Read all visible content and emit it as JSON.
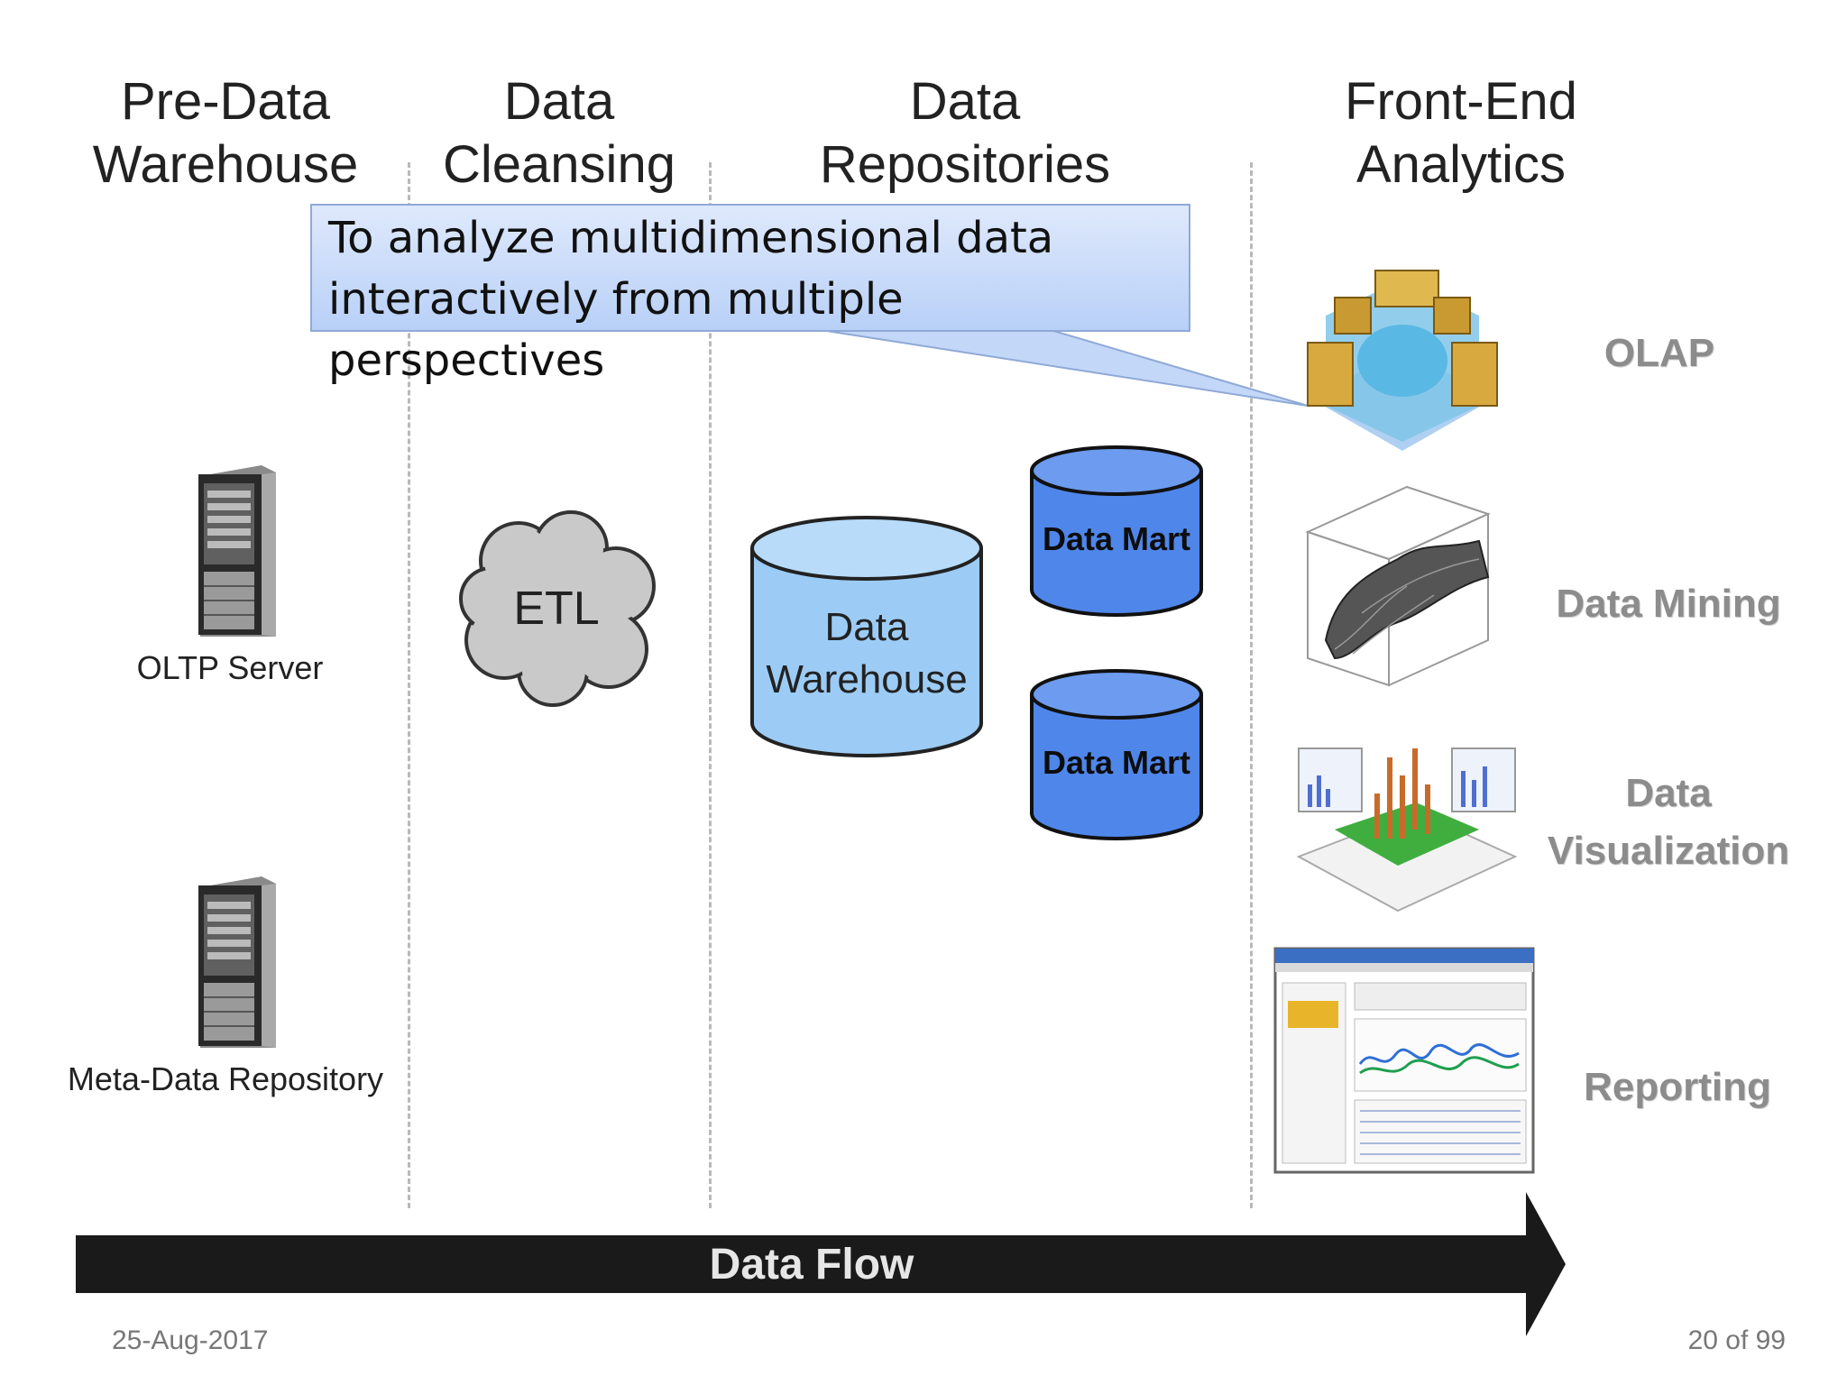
{
  "columns": {
    "pre_data_warehouse": "Pre-Data\nWarehouse",
    "data_cleansing": "Data\nCleansing",
    "data_repositories": "Data\nRepositories",
    "front_end_analytics": "Front-End\nAnalytics"
  },
  "callout": {
    "text": "To analyze multidimensional data\ninteractively from multiple perspectives"
  },
  "nodes": {
    "oltp_server": "OLTP Server",
    "meta_data_repository": "Meta-Data Repository",
    "etl": "ETL",
    "data_warehouse": "Data\nWarehouse",
    "data_mart_1": "Data Mart",
    "data_mart_2": "Data Mart"
  },
  "front_end": {
    "olap": "OLAP",
    "data_mining": "Data Mining",
    "data_visualization": "Data\nVisualization",
    "reporting": "Reporting"
  },
  "flow": {
    "label": "Data Flow"
  },
  "footer": {
    "date": "25-Aug-2017",
    "page": "20  of 99"
  },
  "colors": {
    "warehouse_fill": "#9cccf5",
    "data_mart_fill": "#4f86ea",
    "callout_fill": "#c8daf9",
    "arrow_fill": "#1a1a1a"
  }
}
